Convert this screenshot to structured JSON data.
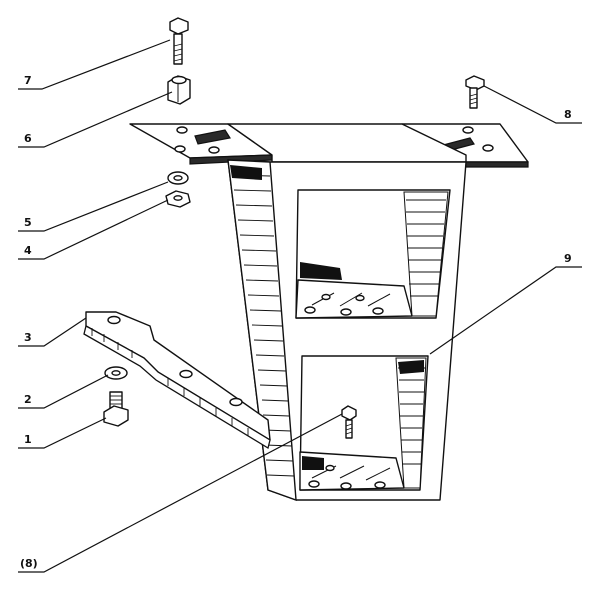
{
  "diagram": {
    "title": "Exploded parts view — hanger bracket assembly",
    "callouts": [
      {
        "id": "7",
        "label": "7",
        "part": "bolt"
      },
      {
        "id": "6",
        "label": "6",
        "part": "spacer-nut"
      },
      {
        "id": "5",
        "label": "5",
        "part": "lock-washer"
      },
      {
        "id": "4",
        "label": "4",
        "part": "hex-nut"
      },
      {
        "id": "3",
        "label": "3",
        "part": "strap-bar"
      },
      {
        "id": "2",
        "label": "2",
        "part": "washer"
      },
      {
        "id": "1",
        "label": "1",
        "part": "hex-bolt"
      },
      {
        "id": "8",
        "label": "8",
        "part": "bolt-right"
      },
      {
        "id": "9",
        "label": "9",
        "part": "bracket-body"
      },
      {
        "id": "8b",
        "label": "(8)",
        "part": "bolt-inner"
      }
    ]
  }
}
